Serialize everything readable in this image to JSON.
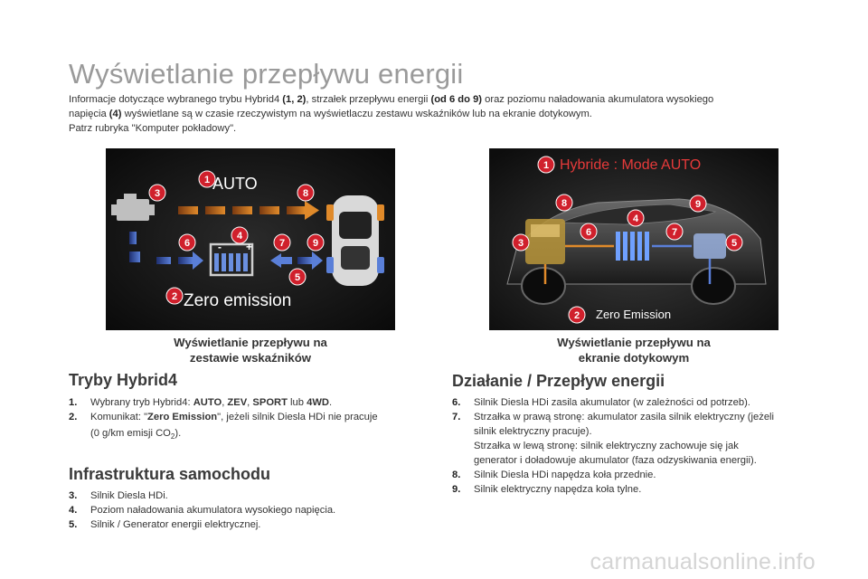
{
  "page_title": "Wyświetlanie przepływu energii",
  "intro": {
    "p1_a": "Informacje dotyczące wybranego trybu Hybrid4 ",
    "p1_b": "(1, 2)",
    "p1_c": ", strzałek przepływu energii ",
    "p1_d": "(od 6 do 9)",
    "p1_e": " oraz poziomu naładowania akumulatora wysokiego",
    "p2_a": "napięcia ",
    "p2_b": "(4)",
    "p2_c": " wyświetlane są w czasie rzeczywistym na wyświetlaczu zestawu wskaźników lub na ekranie dotykowym.",
    "p3": "Patrz rubryka \"Komputer pokładowy\"."
  },
  "left_image": {
    "mode_text": "AUTO",
    "bottom_text": "Zero emission",
    "battery_minus": "-",
    "battery_plus": "+",
    "badges": [
      "1",
      "2",
      "3",
      "4",
      "5",
      "6",
      "7",
      "8",
      "9"
    ],
    "caption_line1": "Wyświetlanie przepływu na",
    "caption_line2": "zestawie wskaźników"
  },
  "right_image": {
    "mode_text": "Hybride : Mode AUTO",
    "bottom_text": "Zero Emission",
    "badges": [
      "1",
      "2",
      "3",
      "4",
      "5",
      "6",
      "7",
      "8",
      "9"
    ],
    "caption_line1": "Wyświetlanie przepływu na",
    "caption_line2": "ekranie dotykowym"
  },
  "sections": {
    "tryby": {
      "title": "Tryby Hybrid4",
      "items": [
        {
          "num": "1.",
          "a": "Wybrany tryb Hybrid4: ",
          "b1": "AUTO",
          "s1": ", ",
          "b2": "ZEV",
          "s2": ", ",
          "b3": "SPORT",
          "s3": " lub ",
          "b4": "4WD",
          "s4": "."
        },
        {
          "num": "2.",
          "a": "Komunikat: \"",
          "b1": "Zero Emission",
          "c": "\", jeżeli silnik Diesla HDi nie pracuje",
          "line2_a": "(0 g/km emisji CO",
          "line2_sub": "2",
          "line2_b": ")."
        }
      ]
    },
    "infra": {
      "title": "Infrastruktura samochodu",
      "items": [
        {
          "num": "3.",
          "text": "Silnik Diesla HDi."
        },
        {
          "num": "4.",
          "text": "Poziom naładowania akumulatora wysokiego napięcia."
        },
        {
          "num": "5.",
          "text": "Silnik / Generator energii elektrycznej."
        }
      ]
    },
    "dzialanie": {
      "title": "Działanie / Przepływ energii",
      "items": [
        {
          "num": "6.",
          "text": "Silnik Diesla HDi zasila akumulator (w zależności od potrzeb)."
        },
        {
          "num": "7.",
          "line1": "Strzałka w prawą stronę: akumulator zasila silnik elektryczny (jeżeli",
          "line2": "silnik elektryczny pracuje).",
          "line3": "Strzałka w lewą stronę: silnik elektryczny zachowuje się jak",
          "line4": "generator i doładowuje akumulator (faza odzyskiwania energii)."
        },
        {
          "num": "8.",
          "text": "Silnik Diesla HDi napędza koła przednie."
        },
        {
          "num": "9.",
          "text": "Silnik elektryczny napędza koła tylne."
        }
      ]
    }
  },
  "watermark": "carmanualsonline.info",
  "colors": {
    "title_gray": "#9a9a9a",
    "badge_red": "#d0202c",
    "arrow_orange": "#e08a2a",
    "arrow_blue": "#5a7fd8",
    "image_bg": "#111111"
  }
}
